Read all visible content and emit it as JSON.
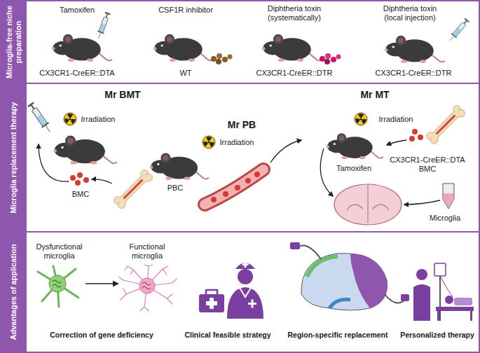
{
  "diagram": {
    "nodes": [
      {
        "text": [
          "Microglia-free niche preparation"
        ]
      },
      {
        "text": [
          "Microglia replacement therapy"
        ]
      },
      {
        "text": [
          "Advantages of application"
        ]
      }
    ],
    "labels": [
      "Tamoxifen",
      "CSF1R inhibitor",
      "Diphtheria toxin (systematically)",
      "Diphtheria toxin (local injection)",
      "CX3CR1-CreER::DTA",
      "WT",
      "CX3CR1-CreER::DTR",
      "CX3CR1-CreER::DTR",
      "Mr BMT",
      "Irradiation",
      "BMC",
      "Mr PB",
      "Irradiation",
      "PBC",
      "Mr MT",
      "Irradiation",
      "CX3CR1-CreER::DTA BMC",
      "Tamoxifen",
      "Microglia",
      "Dysfunctional microglia",
      "Functional microglia",
      "Correction of gene deficiency",
      "Clinical feasible strategy",
      "Region-specific replacement",
      "Personalized therapy"
    ]
  }
}
